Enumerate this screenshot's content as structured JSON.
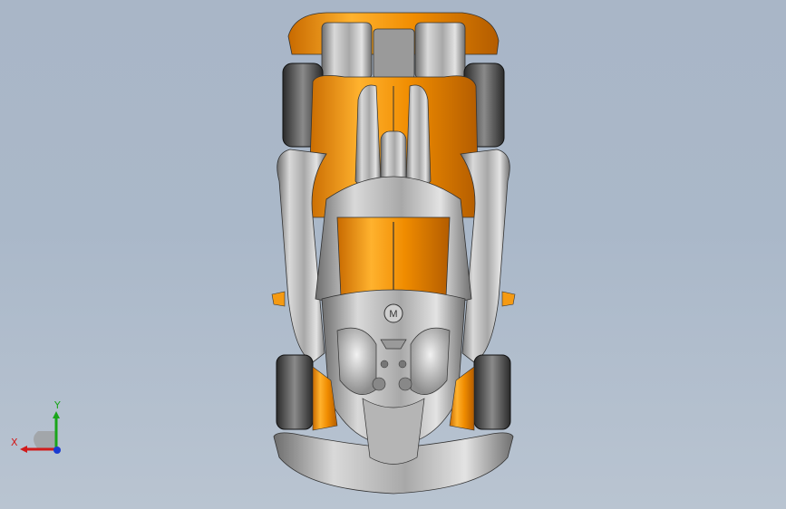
{
  "viewport": {
    "view": "top",
    "background_color": "#aab8c9",
    "model": {
      "name_icon": "race-car-icon",
      "body_color": "#f59a12",
      "shell_color": "#b3b3b3",
      "tire_color": "#3a3a3a",
      "emblem_text": "M"
    }
  },
  "triad": {
    "x_label": "X",
    "y_label": "Y",
    "x_color": "#d11a1a",
    "y_color": "#1aa51a",
    "z_color": "#1a3bd1"
  }
}
